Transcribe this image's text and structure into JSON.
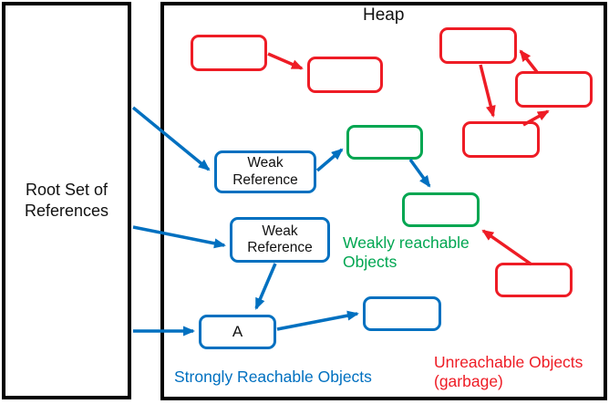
{
  "colors": {
    "red": "#ee1c25",
    "blue": "#0070c0",
    "green": "#00a651",
    "black": "#000000"
  },
  "heap": {
    "title": "Heap"
  },
  "root": {
    "label": "Root Set of References"
  },
  "nodes": {
    "weak_reference_1": {
      "label": "Weak Reference",
      "color": "blue"
    },
    "weak_reference_2": {
      "label": "Weak Reference",
      "color": "blue"
    },
    "object_a": {
      "label": "A",
      "color": "blue"
    }
  },
  "captions": {
    "weakly": "Weakly reachable Objects",
    "strongly": "Strongly Reachable Objects",
    "unreachable": "Unreachable Objects (garbage)"
  },
  "objects": [
    {
      "id": "unreachable-1",
      "label": "",
      "color": "red"
    },
    {
      "id": "unreachable-2",
      "label": "",
      "color": "red"
    },
    {
      "id": "unreachable-3",
      "label": "",
      "color": "red"
    },
    {
      "id": "unreachable-4",
      "label": "",
      "color": "red"
    },
    {
      "id": "unreachable-5",
      "label": "",
      "color": "red"
    },
    {
      "id": "unreachable-6",
      "label": "",
      "color": "red"
    },
    {
      "id": "weakly-reachable-1",
      "label": "",
      "color": "green"
    },
    {
      "id": "weakly-reachable-2",
      "label": "",
      "color": "green"
    },
    {
      "id": "weak-reference-1",
      "label": "Weak Reference",
      "color": "blue"
    },
    {
      "id": "weak-reference-2",
      "label": "Weak Reference",
      "color": "blue"
    },
    {
      "id": "object-a",
      "label": "A",
      "color": "blue"
    },
    {
      "id": "strongly-reachable-1",
      "label": "",
      "color": "blue"
    }
  ],
  "edges": [
    {
      "from": "root-set",
      "to": "weak-reference-1",
      "color": "blue"
    },
    {
      "from": "root-set",
      "to": "weak-reference-2",
      "color": "blue"
    },
    {
      "from": "root-set",
      "to": "object-a",
      "color": "blue"
    },
    {
      "from": "weak-reference-1",
      "to": "weakly-reachable-1",
      "color": "blue"
    },
    {
      "from": "weakly-reachable-1",
      "to": "weakly-reachable-2",
      "color": "blue"
    },
    {
      "from": "weak-reference-2",
      "to": "object-a",
      "color": "blue"
    },
    {
      "from": "object-a",
      "to": "strongly-reachable-1",
      "color": "blue"
    },
    {
      "from": "unreachable-1",
      "to": "unreachable-2",
      "color": "red"
    },
    {
      "from": "unreachable-3",
      "to": "unreachable-5",
      "color": "red"
    },
    {
      "from": "unreachable-5",
      "to": "unreachable-4",
      "color": "red"
    },
    {
      "from": "unreachable-4",
      "to": "unreachable-3",
      "color": "red"
    },
    {
      "from": "unreachable-6",
      "to": "weakly-reachable-2",
      "color": "red"
    }
  ]
}
